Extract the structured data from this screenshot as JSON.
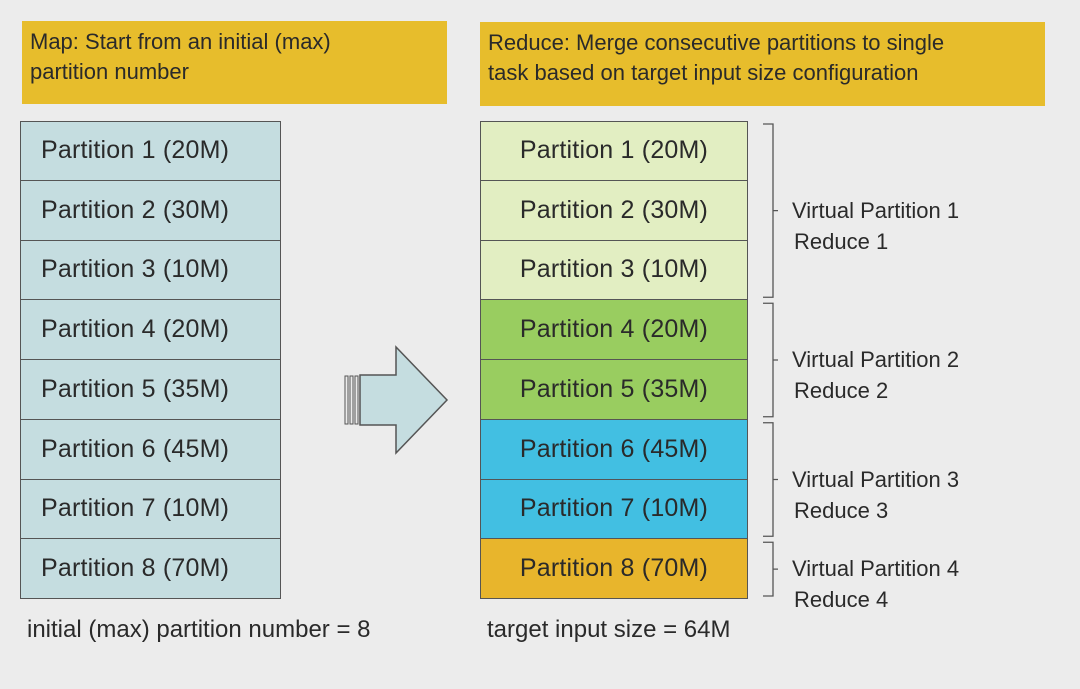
{
  "map_header": "Map: Start from an initial (max)\npartition number",
  "reduce_header": "Reduce: Merge consecutive partitions to single\ntask based on target input size configuration",
  "map_partitions": [
    "Partition 1 (20M)",
    "Partition 2 (30M)",
    "Partition 3 (10M)",
    "Partition 4 (20M)",
    "Partition 5 (35M)",
    "Partition 6 (45M)",
    "Partition 7 (10M)",
    "Partition 8 (70M)"
  ],
  "reduce_partitions": [
    {
      "label": "Partition 1 (20M)",
      "group": 0
    },
    {
      "label": "Partition 2 (30M)",
      "group": 0
    },
    {
      "label": "Partition 3 (10M)",
      "group": 0
    },
    {
      "label": "Partition 4 (20M)",
      "group": 1
    },
    {
      "label": "Partition 5 (35M)",
      "group": 1
    },
    {
      "label": "Partition 6 (45M)",
      "group": 2
    },
    {
      "label": "Partition 7 (10M)",
      "group": 2
    },
    {
      "label": "Partition 8 (70M)",
      "group": 3
    }
  ],
  "virtual_partitions": [
    {
      "name": "Virtual Partition 1",
      "reduce": "Reduce 1",
      "color": "#e2eec2"
    },
    {
      "name": "Virtual Partition 2",
      "reduce": "Reduce 2",
      "color": "#99cd60"
    },
    {
      "name": "Virtual Partition 3",
      "reduce": "Reduce 3",
      "color": "#42bfe2"
    },
    {
      "name": "Virtual Partition 4",
      "reduce": "Reduce 4",
      "color": "#e8b52c"
    }
  ],
  "map_cell_color": "#c5dde0",
  "arrow_color": "#c5dde0",
  "map_caption": "initial (max) partition number = 8",
  "reduce_caption": "target input size = 64M"
}
